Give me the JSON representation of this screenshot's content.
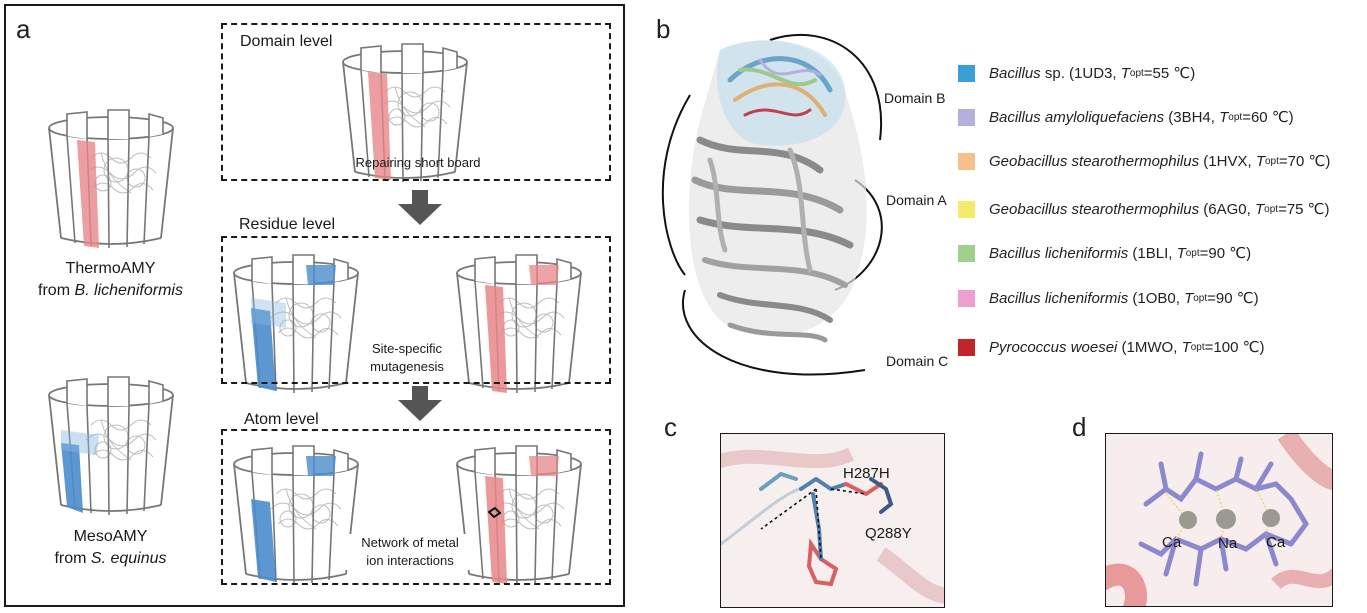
{
  "panels": {
    "a": "a",
    "b": "b",
    "c": "c",
    "d": "d"
  },
  "panel_a": {
    "thermo": {
      "name": "ThermoAMY",
      "from": "from ",
      "species": "B. licheniformis"
    },
    "meso": {
      "name": "MesoAMY",
      "from": "from ",
      "species": "S. equinus"
    },
    "domain_level": {
      "title": "Domain level",
      "caption": "Repairing short board"
    },
    "residue_level": {
      "title": "Residue level",
      "caption_line1": "Site-specific",
      "caption_line2": "mutagenesis"
    },
    "atom_level": {
      "title": "Atom level",
      "caption_line1": "Network  of metal",
      "caption_line2": "ion interactions"
    }
  },
  "panel_b": {
    "domains": [
      "Domain B",
      "Domain A",
      "Domain C"
    ],
    "legend": [
      {
        "species": "Bacillus",
        "suffix": " sp. (1UD3, ",
        "tsub": "opt",
        "tval": "=55 ℃)",
        "color": "#3a9fd6"
      },
      {
        "species": "Bacillus amyloliquefaciens",
        "suffix": " (3BH4, ",
        "tsub": "opt",
        "tval": "=60 ℃)",
        "color": "#b3b0dc"
      },
      {
        "species": "Geobacillus stearothermophilus",
        "suffix": " (1HVX, ",
        "tsub": "opt",
        "tval": "=70 ℃)",
        "color": "#f5c08c"
      },
      {
        "species": "Geobacillus stearothermophilus",
        "suffix": " (6AG0, ",
        "tsub": "opt",
        "tval": "=75 ℃)",
        "color": "#f5ea6a"
      },
      {
        "species": "Bacillus licheniformis",
        "suffix": " (1BLI, ",
        "tsub": "opt",
        "tval": "=90 ℃)",
        "color": "#9fd08c"
      },
      {
        "species": "Bacillus licheniformis",
        "suffix": " (1OB0, ",
        "tsub": "opt",
        "tval": "=90 ℃)",
        "color": "#ef9fcf"
      },
      {
        "species": "Pyrococcus woesei",
        "suffix": " (1MWO, ",
        "tsub": "opt",
        "tval": "=100 ℃)",
        "color": "#c3242a"
      }
    ]
  },
  "panel_c": {
    "labels": [
      "H287H",
      "Q288Y"
    ]
  },
  "panel_d": {
    "labels": [
      "Ca",
      "Na",
      "Ca"
    ]
  }
}
